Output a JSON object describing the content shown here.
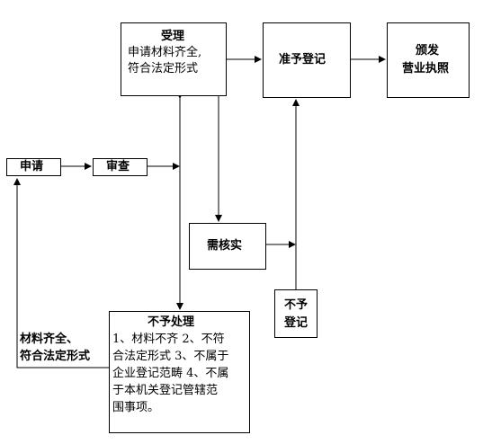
{
  "nodes": {
    "accept": {
      "title": "受理",
      "line1": "申请材料齐全,",
      "line2": "符合法定形式"
    },
    "approve": {
      "label": "准予登记"
    },
    "issue": {
      "line1": "颁发",
      "line2": "营业执照"
    },
    "apply": {
      "label": "申请"
    },
    "review": {
      "label": "审查"
    },
    "verify": {
      "label": "需核实"
    },
    "deny": {
      "line1": "不予",
      "line2": "登记"
    },
    "reject": {
      "title": "不予处理",
      "line1": "1、材料不齐 2、不符",
      "line2": "合法定形式 3、不属于",
      "line3": "企业登记范畴 4、不属",
      "line4": "于本机关登记管辖范",
      "line5": "围事项。"
    }
  },
  "edge_labels": {
    "complete_line1": "材料齐全、",
    "complete_line2": "符合法定形式"
  }
}
